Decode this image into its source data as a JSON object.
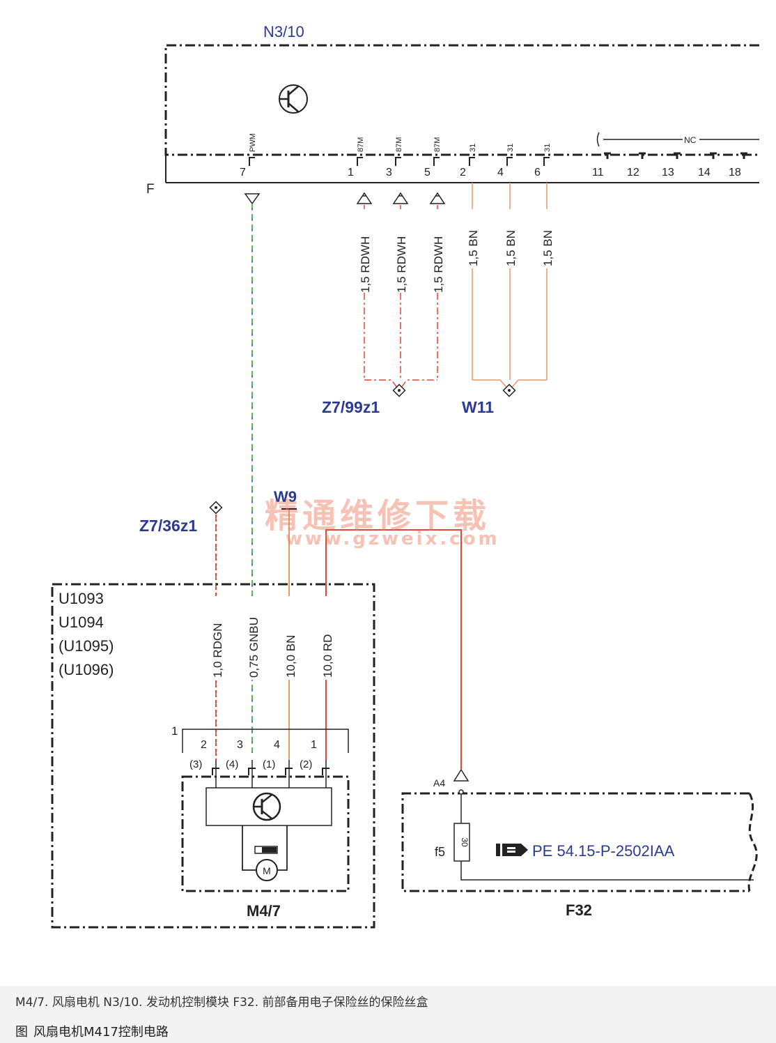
{
  "modules": {
    "ecu": "N3/10",
    "fan_module_codes": [
      "U1093",
      "U1094",
      "(U1095)",
      "(U1096)"
    ],
    "fan_motor": "M4/7",
    "fuse_box": "F32",
    "fuse": "f5",
    "fuse_rating": "30",
    "ref_doc": "PE 54.15-P-2502IAA",
    "motor_symbol": "M"
  },
  "rail_label": "F",
  "ecu_pins": [
    {
      "pin": "7",
      "func": "PWM"
    },
    {
      "pin": "1",
      "func": "87M"
    },
    {
      "pin": "3",
      "func": "87M"
    },
    {
      "pin": "5",
      "func": "87M"
    },
    {
      "pin": "2",
      "func": "31"
    },
    {
      "pin": "4",
      "func": "31"
    },
    {
      "pin": "6",
      "func": "31"
    },
    {
      "pin": "11",
      "func": ""
    },
    {
      "pin": "12",
      "func": ""
    },
    {
      "pin": "13",
      "func": ""
    },
    {
      "pin": "14",
      "func": ""
    },
    {
      "pin": "18",
      "func": ""
    }
  ],
  "nc_label": "NC",
  "wires_upper": [
    "1,5 RDWH",
    "1,5 RDWH",
    "1,5 RDWH",
    "1,5 BN",
    "1,5 BN",
    "1,5 BN"
  ],
  "wires_lower": [
    "1,0 RDGN",
    "0,75 GNBU",
    "10,0 BN",
    "10,0 RD"
  ],
  "junctions": {
    "z799": "Z7/99z1",
    "w11": "W11",
    "z736": "Z7/36z1",
    "w9": "W9"
  },
  "connector": {
    "id": "1",
    "pins": [
      "2",
      "3",
      "4",
      "1"
    ],
    "alt_pins": [
      "(3)",
      "(4)",
      "(1)",
      "(2)"
    ]
  },
  "fuse_conn": "A4",
  "watermark": {
    "line1": "精通维修下载",
    "line2": "www.gzweix.com"
  },
  "legend_text": "M4/7. 风扇电机  N3/10. 发动机控制模块  F32. 前部备用电子保险丝的保险丝盒",
  "figure_caption": "风扇电机M417控制电路",
  "figure_prefix": "图",
  "colors": {
    "blue_label": "#2c3a8f",
    "red_wire": "#e8443a",
    "brown_wire": "#e9976a",
    "green_wire": "#5cb85c",
    "blue_wire": "#4a5fc1",
    "frame": "#222222"
  }
}
